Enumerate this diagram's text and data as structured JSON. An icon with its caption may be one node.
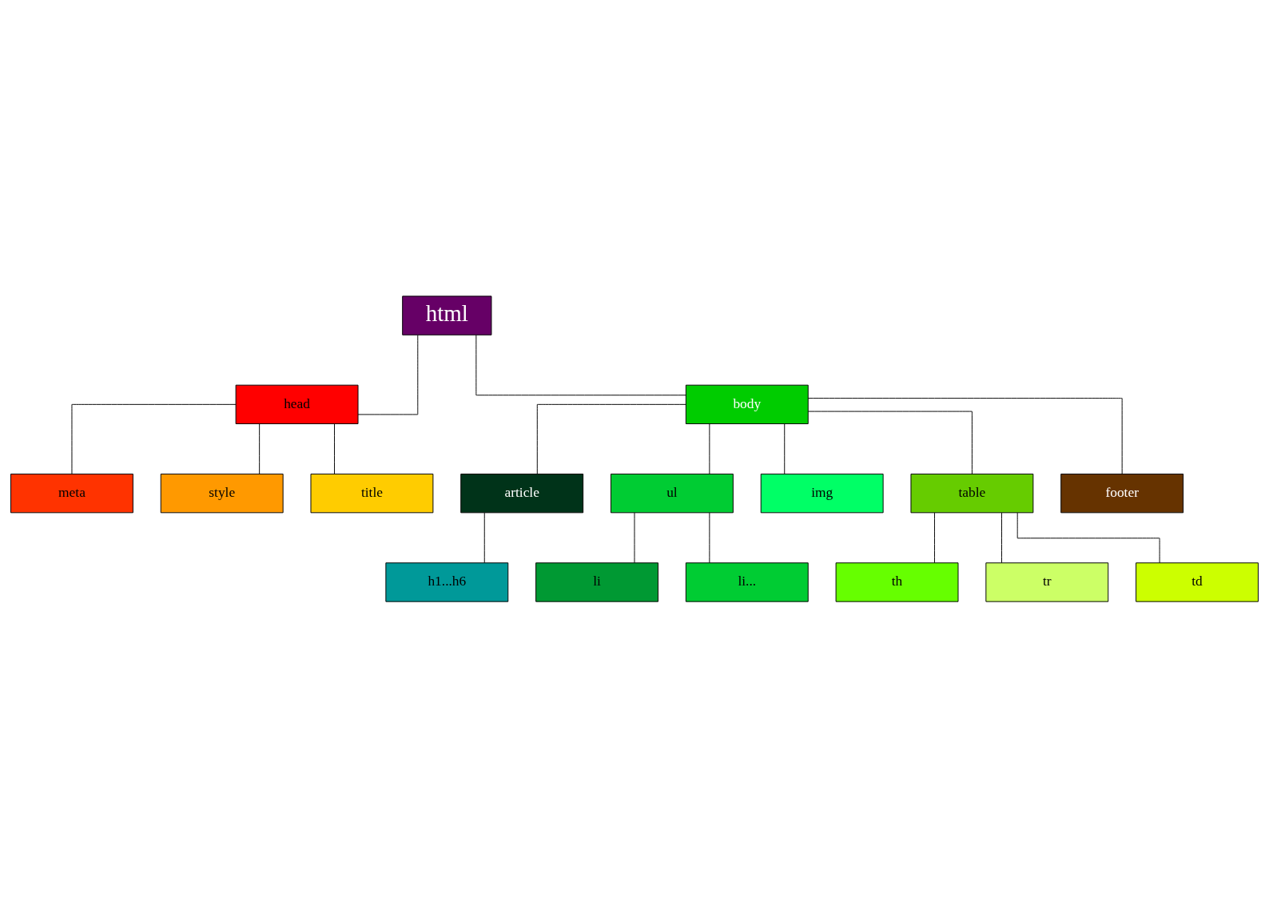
{
  "diagram": {
    "nodes": [
      {
        "text": [
          "html"
        ]
      },
      {
        "text": [
          "head"
        ]
      },
      {
        "text": [
          "body"
        ]
      },
      {
        "text": [
          "meta"
        ]
      },
      {
        "text": [
          "style"
        ]
      },
      {
        "text": [
          "title"
        ]
      },
      {
        "text": [
          "article"
        ]
      },
      {
        "text": [
          "ul"
        ]
      },
      {
        "text": [
          "img"
        ]
      },
      {
        "text": [
          "table"
        ]
      },
      {
        "text": [
          "footer"
        ]
      },
      {
        "text": [
          "h1...h6"
        ]
      },
      {
        "text": [
          "li"
        ]
      },
      {
        "text": [
          "li..."
        ]
      },
      {
        "text": [
          "th"
        ]
      },
      {
        "text": [
          "tr"
        ]
      },
      {
        "text": [
          "td"
        ]
      }
    ],
    "edges": [
      {
        "from": 0,
        "to": 1,
        "arrow": "none"
      },
      {
        "from": 0,
        "to": 2,
        "arrow": "none"
      },
      {
        "from": 1,
        "to": 3,
        "arrow": "none"
      },
      {
        "from": 1,
        "to": 4,
        "arrow": "none"
      },
      {
        "from": 1,
        "to": 5,
        "arrow": "none"
      },
      {
        "from": 2,
        "to": 6,
        "arrow": "none"
      },
      {
        "from": 2,
        "to": 7,
        "arrow": "none"
      },
      {
        "from": 2,
        "to": 8,
        "arrow": "none"
      },
      {
        "from": 2,
        "to": 9,
        "arrow": "none"
      },
      {
        "from": 2,
        "to": 10,
        "arrow": "none"
      },
      {
        "from": 6,
        "to": 11,
        "arrow": "none"
      },
      {
        "from": 7,
        "to": 12,
        "arrow": "none"
      },
      {
        "from": 7,
        "to": 13,
        "arrow": "none"
      },
      {
        "from": 9,
        "to": 14,
        "arrow": "none"
      },
      {
        "from": 9,
        "to": 15,
        "arrow": "none"
      },
      {
        "from": 9,
        "to": 16,
        "arrow": "none"
      }
    ]
  }
}
